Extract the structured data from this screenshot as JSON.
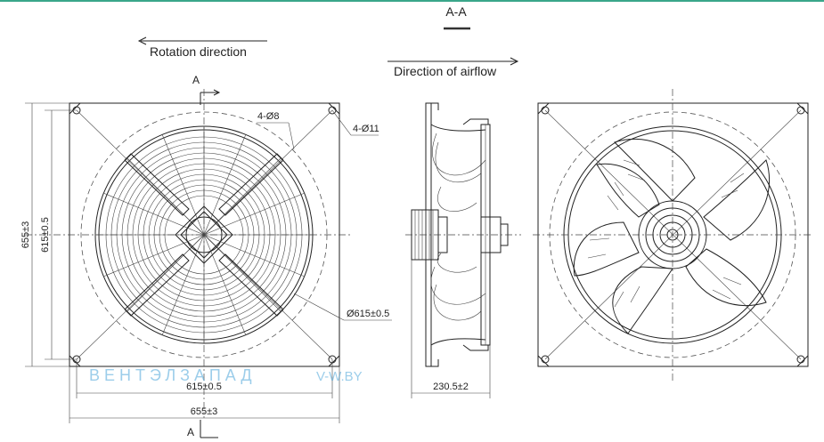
{
  "section": {
    "title": "A-A",
    "marker": "A"
  },
  "labels": {
    "rotation": "Rotation direction",
    "airflow": "Direction of airflow"
  },
  "dimensions": {
    "hole_small": "4-Ø8",
    "hole_large": "4-Ø11",
    "diameter": "Ø615±0.5",
    "height_outer": "655±3",
    "height_inner": "615±0.5",
    "width_inner": "615±0.5",
    "width_outer": "655±3",
    "depth": "230.5±2"
  },
  "watermark": {
    "brand": "ВЕНТЭЛЗАПАД",
    "site": "V-W.BY"
  },
  "colors": {
    "accent": "#3aa68a",
    "watermark": "#4da6d9"
  }
}
